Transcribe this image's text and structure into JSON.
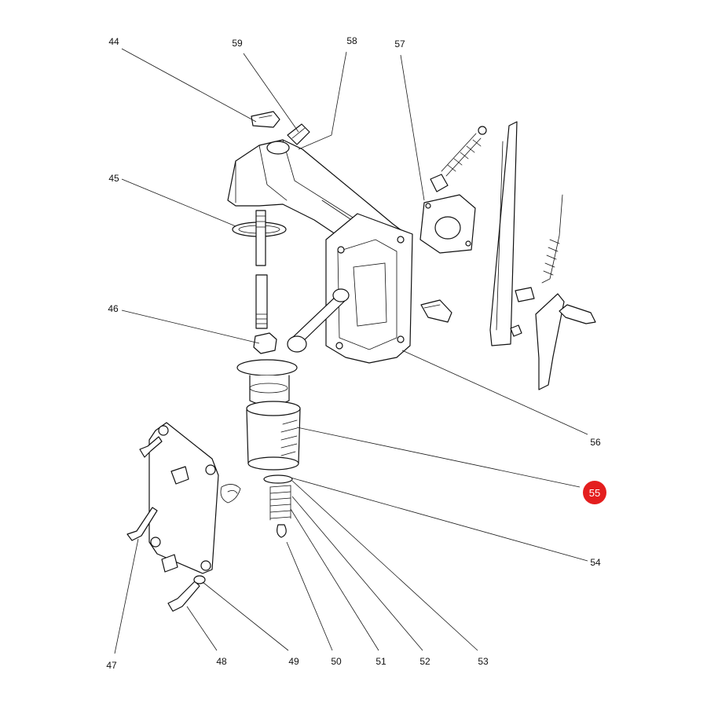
{
  "diagram": {
    "highlight_color": "#e41e1e",
    "highlighted_callout": "55",
    "callouts": [
      {
        "id": "44",
        "label": "44"
      },
      {
        "id": "59",
        "label": "59"
      },
      {
        "id": "58",
        "label": "58"
      },
      {
        "id": "57",
        "label": "57"
      },
      {
        "id": "45",
        "label": "45"
      },
      {
        "id": "46",
        "label": "46"
      },
      {
        "id": "56",
        "label": "56"
      },
      {
        "id": "55",
        "label": "55"
      },
      {
        "id": "54",
        "label": "54"
      },
      {
        "id": "47",
        "label": "47"
      },
      {
        "id": "48",
        "label": "48"
      },
      {
        "id": "49",
        "label": "49"
      },
      {
        "id": "50",
        "label": "50"
      },
      {
        "id": "51",
        "label": "51"
      },
      {
        "id": "52",
        "label": "52"
      },
      {
        "id": "53",
        "label": "53"
      }
    ]
  }
}
